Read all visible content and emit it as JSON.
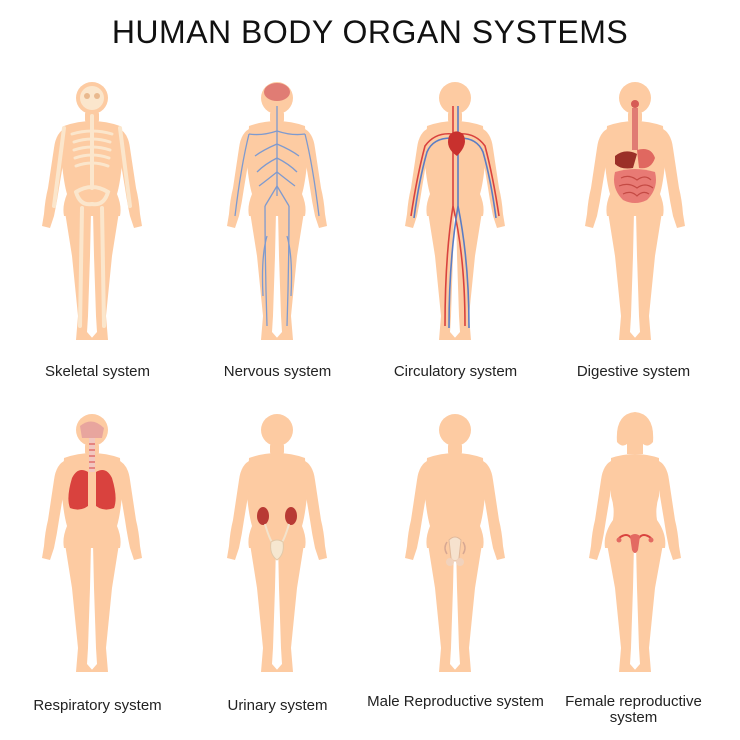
{
  "title": "HUMAN BODY ORGAN SYSTEMS",
  "colors": {
    "skin": "#FDCBA2",
    "bone": "#FBE3C4",
    "organ_red": "#D9423E",
    "vein_blue": "#6E8FC9"
  },
  "systems": [
    {
      "label": "Skeletal system",
      "icon": "skeleton-icon"
    },
    {
      "label": "Nervous system",
      "icon": "nerves-icon"
    },
    {
      "label": "Circulatory system",
      "icon": "vessels-icon"
    },
    {
      "label": "Digestive system",
      "icon": "digestive-tract-icon"
    },
    {
      "label": "Respiratory system",
      "icon": "lungs-icon"
    },
    {
      "label": "Urinary system",
      "icon": "kidneys-icon"
    },
    {
      "label": "Male Reproductive system",
      "icon": "male-reproductive-icon"
    },
    {
      "label": "Female reproductive system",
      "icon": "female-reproductive-icon"
    }
  ]
}
